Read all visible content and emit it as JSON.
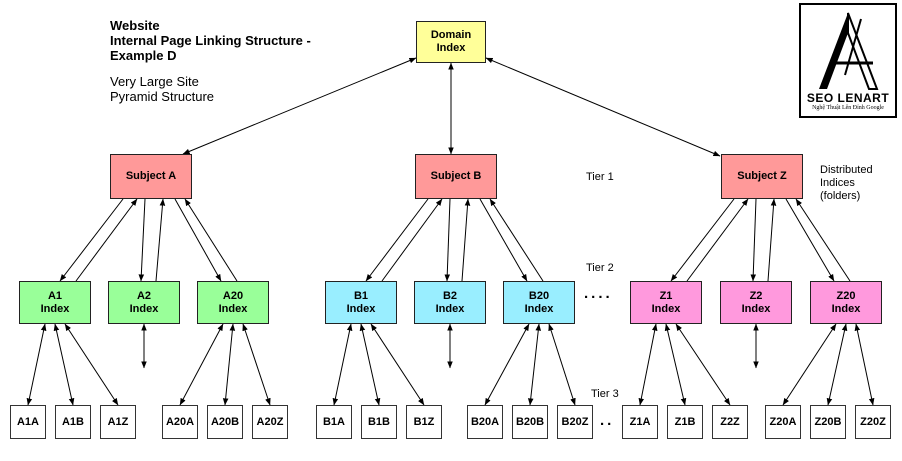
{
  "title": "Website\nInternal Page Linking Structure -\nExample D",
  "subtitle": "Very Large Site\nPyramid Structure",
  "tiers": {
    "tier1": "Tier 1",
    "tier2": "Tier 2",
    "tier3": "Tier 3"
  },
  "note": "Distributed\nIndices\n(folders)",
  "ellipsis_index": "....",
  "ellipsis_leaves": "..",
  "logo": {
    "name": "SEO LENART",
    "tagline": "Nghệ Thuật Lên Đỉnh Google"
  },
  "colors": {
    "domain": "#ffff99",
    "subject": "#ff9999",
    "group_a": "#99ff99",
    "group_b": "#99eeff",
    "group_z": "#ff99dd",
    "leaf": "#ffffff"
  },
  "domain": {
    "label": "Domain\nIndex"
  },
  "subjects": [
    {
      "label": "Subject  A"
    },
    {
      "label": "Subject  B"
    },
    {
      "label": "Subject  Z"
    }
  ],
  "indices": [
    {
      "label": "A1\nIndex"
    },
    {
      "label": "A2\nIndex"
    },
    {
      "label": "A20\nIndex"
    },
    {
      "label": "B1\nIndex"
    },
    {
      "label": "B2\nIndex"
    },
    {
      "label": "B20\nIndex"
    },
    {
      "label": "Z1\nIndex"
    },
    {
      "label": "Z2\nIndex"
    },
    {
      "label": "Z20\nIndex"
    }
  ],
  "leaves": [
    {
      "label": "A1A"
    },
    {
      "label": "A1B"
    },
    {
      "label": "A1Z"
    },
    {
      "label": "A20A"
    },
    {
      "label": "A20B"
    },
    {
      "label": "A20Z"
    },
    {
      "label": "B1A"
    },
    {
      "label": "B1B"
    },
    {
      "label": "B1Z"
    },
    {
      "label": "B20A"
    },
    {
      "label": "B20B"
    },
    {
      "label": "B20Z"
    },
    {
      "label": "Z1A"
    },
    {
      "label": "Z1B"
    },
    {
      "label": "Z2Z"
    },
    {
      "label": "Z20A"
    },
    {
      "label": "Z20B"
    },
    {
      "label": "Z20Z"
    }
  ]
}
